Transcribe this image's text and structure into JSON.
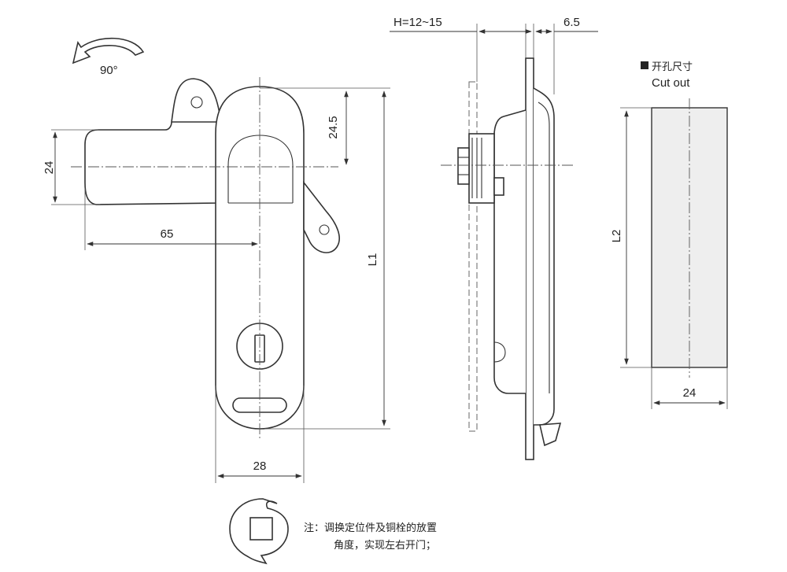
{
  "front_view": {
    "rotation_label": "90°",
    "dims": {
      "handle_height": "24",
      "handle_length": "65",
      "top_offset": "24.5",
      "length": "L1",
      "width": "28"
    }
  },
  "side_view": {
    "dims": {
      "panel_range": "H=12~15",
      "flange": "6.5"
    }
  },
  "cutout": {
    "title_cn": "开孔尺寸",
    "title_en": "Cut out",
    "dims": {
      "length": "L2",
      "width": "24"
    }
  },
  "note": {
    "line1": "注：调换定位件及铜栓的放置",
    "line2": "角度，实现左右开门；"
  },
  "colors": {
    "line": "#333333",
    "background": "#ffffff"
  }
}
